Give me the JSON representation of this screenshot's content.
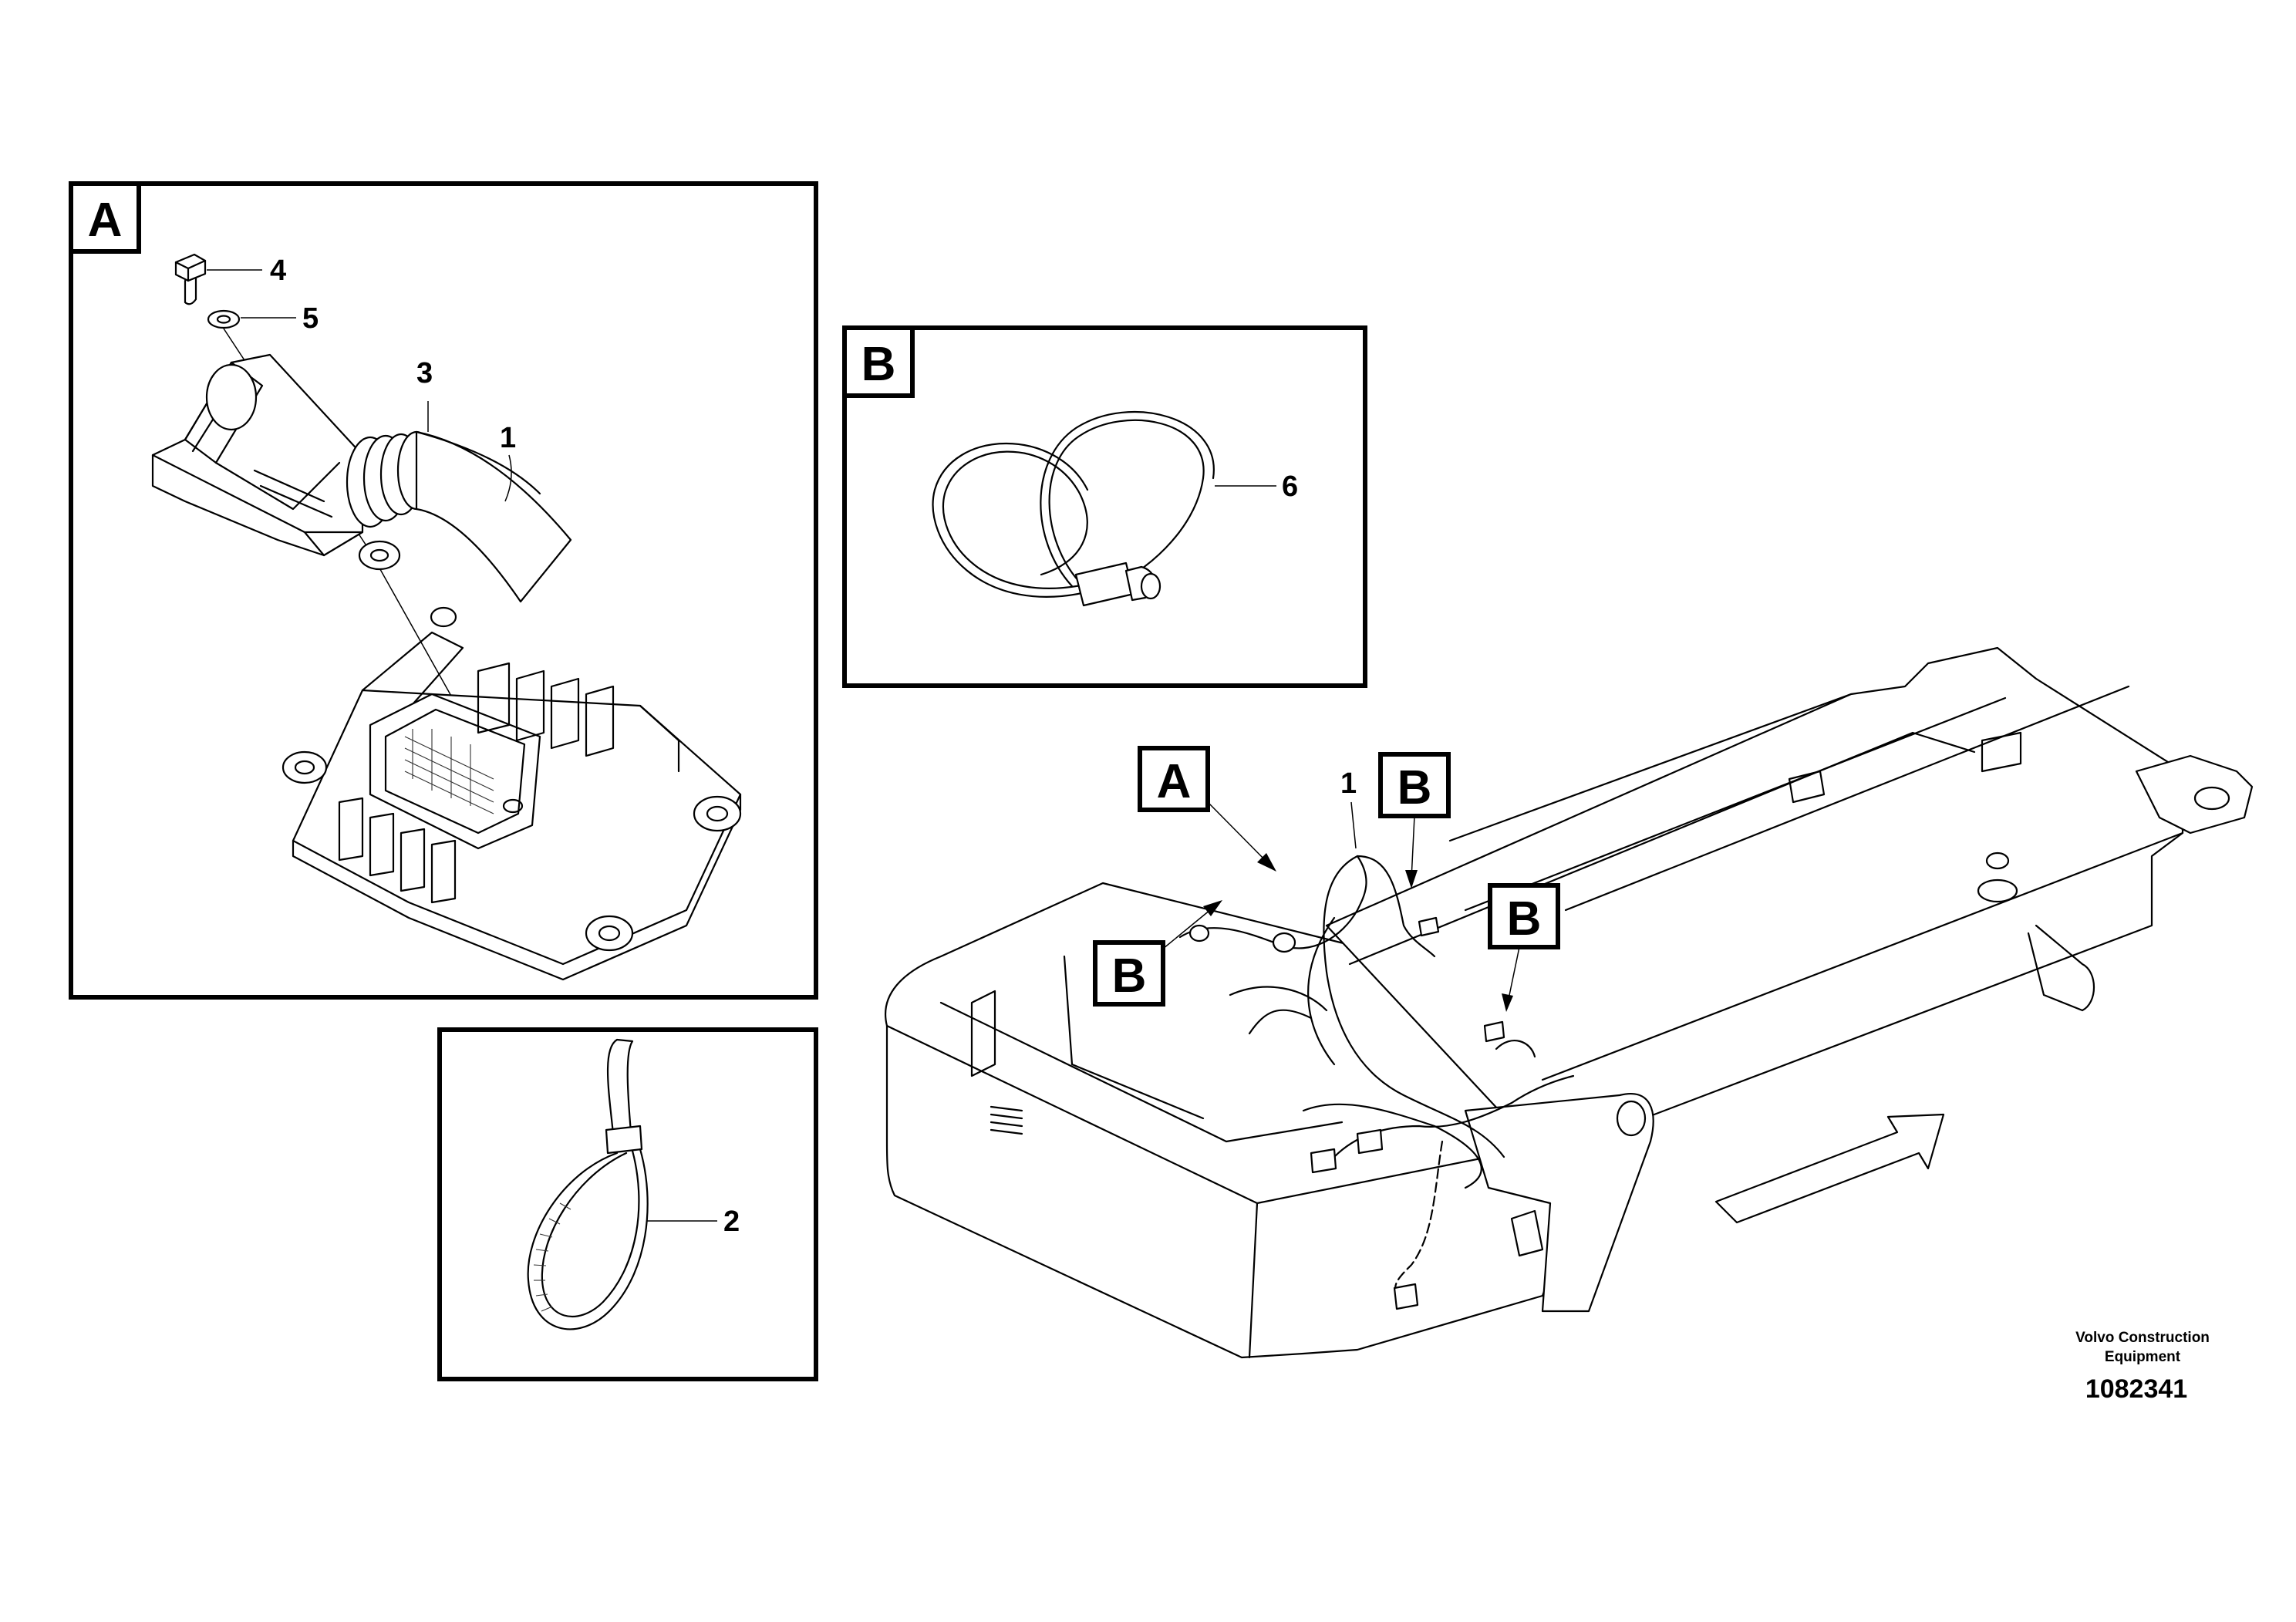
{
  "detail_views": {
    "a": {
      "tag": "A",
      "callouts": [
        "4",
        "5",
        "3",
        "1"
      ]
    },
    "b": {
      "tag": "B",
      "callouts": [
        "6"
      ]
    },
    "tie": {
      "callouts": [
        "2"
      ]
    }
  },
  "main_view": {
    "callout_1": "1",
    "tag_a": "A",
    "tag_b_1": "B",
    "tag_b_2": "B",
    "tag_b_3": "B"
  },
  "footer": {
    "brand_line1": "Volvo Construction",
    "brand_line2": "Equipment",
    "drawing_number": "1082341"
  },
  "colors": {
    "line": "#000000",
    "background": "#ffffff"
  }
}
